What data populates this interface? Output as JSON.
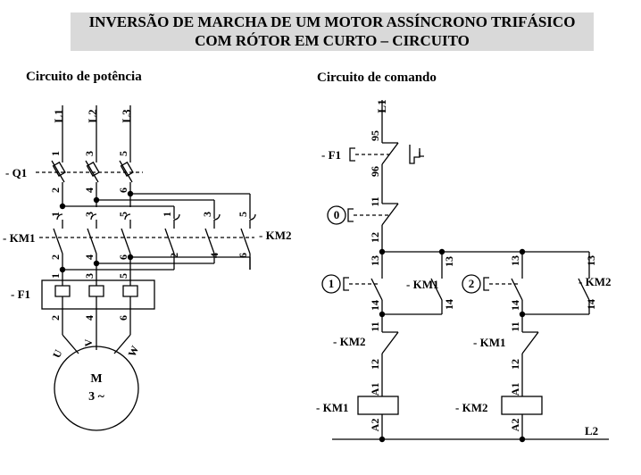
{
  "title": {
    "line1": "INVERSÃO DE MARCHA DE UM MOTOR ASSÍNCRONO TRIFÁSICO",
    "line2": "COM RÓTOR EM CURTO – CIRCUITO"
  },
  "power": {
    "heading": "Circuito de potência",
    "phases": [
      "L1",
      "L2",
      "L3"
    ],
    "q1_label": "- Q1",
    "q1_top": [
      "1",
      "3",
      "5"
    ],
    "q1_bottom": [
      "2",
      "4",
      "6"
    ],
    "km1_label": "- KM1",
    "km2_label": "- KM2",
    "km_top": [
      "1",
      "3",
      "5",
      "1",
      "3",
      "5"
    ],
    "km_bottom": [
      "2",
      "4",
      "6",
      "2",
      "4",
      "6"
    ],
    "f1_label": "- F1",
    "f1_top": [
      "1",
      "3",
      "5"
    ],
    "f1_bottom": [
      "2",
      "4",
      "6"
    ],
    "motor_terminals": [
      "U",
      "V",
      "W"
    ],
    "motor_line1": "M",
    "motor_line2": "3 ~"
  },
  "command": {
    "heading": "Circuito de comando",
    "l1": "L1",
    "l2": "L2",
    "f1_label": "- F1",
    "f1_top": "95",
    "f1_bottom": "96",
    "b0": "0",
    "b0_top": "11",
    "b0_bottom": "12",
    "b1": "1",
    "b2": "2",
    "b_top": "13",
    "b_bottom": "14",
    "km1_label": "- KM1",
    "km2_label": "- KM2",
    "il_km2_label": "- KM2",
    "il_km1_label": "- KM1",
    "il_top": "11",
    "il_bottom": "12",
    "coil_km1": "- KM1",
    "coil_km2": "- KM2",
    "coil_top": "A1",
    "coil_bottom": "A2"
  }
}
